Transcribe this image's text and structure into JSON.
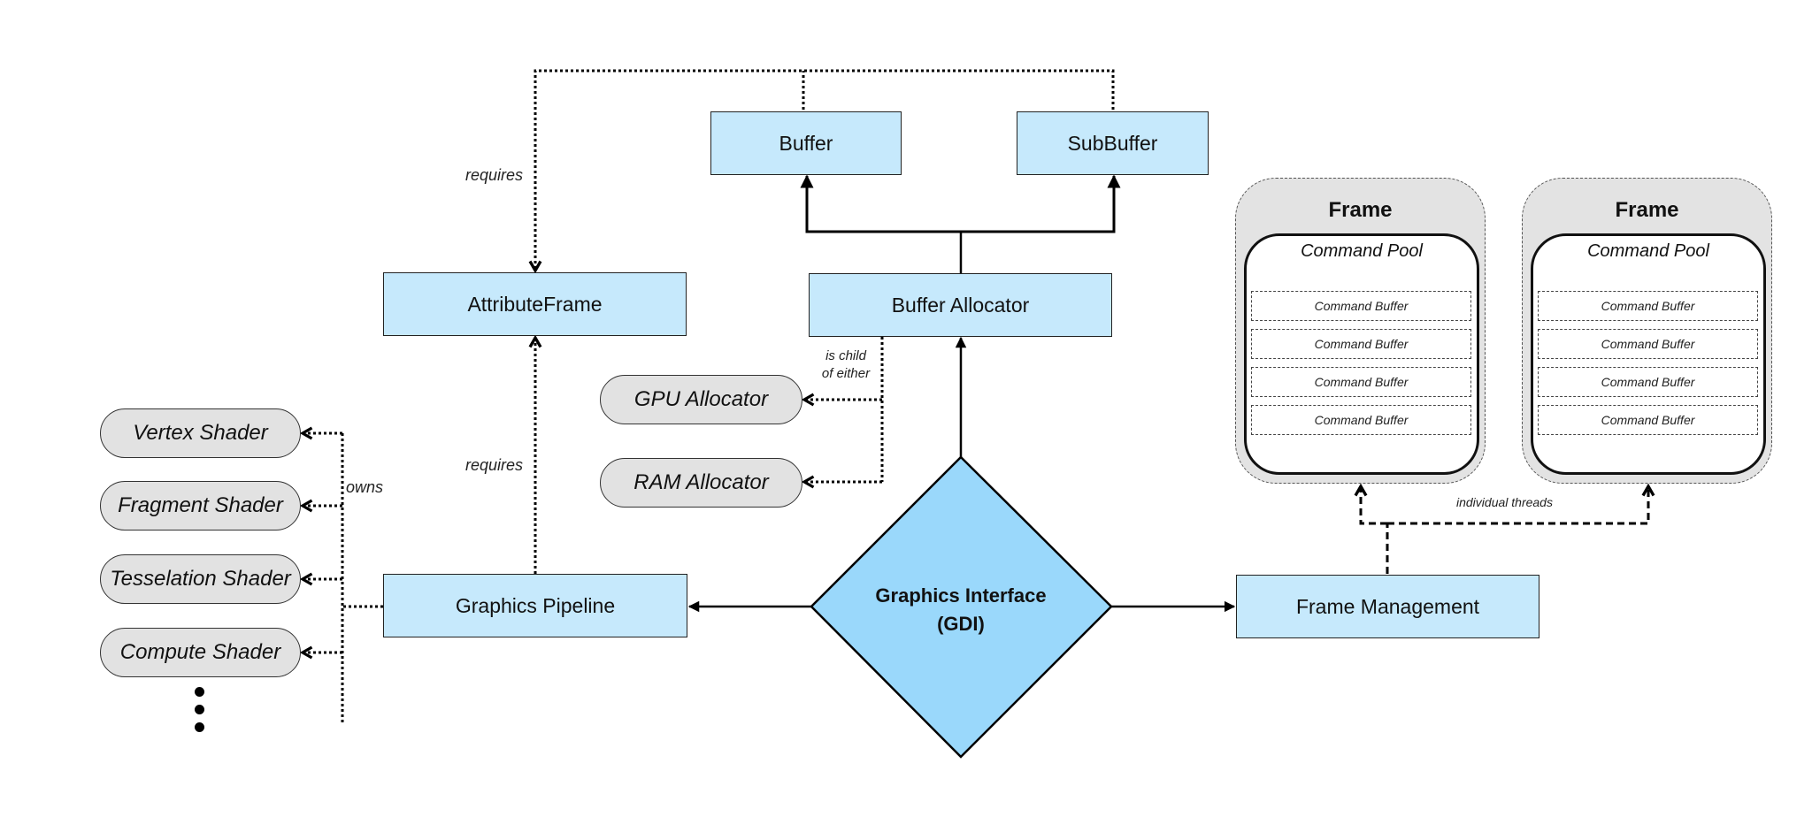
{
  "diagram": {
    "center": {
      "title_line1": "Graphics Interface",
      "title_line2": "(GDI)"
    },
    "boxes": {
      "buffer": "Buffer",
      "subbuffer": "SubBuffer",
      "attribute_frame": "AttributeFrame",
      "buffer_allocator": "Buffer Allocator",
      "graphics_pipeline": "Graphics Pipeline",
      "frame_management": "Frame Management"
    },
    "allocators": [
      "GPU Allocator",
      "RAM Allocator"
    ],
    "shaders": [
      "Vertex Shader",
      "Fragment Shader",
      "Tesselation Shader",
      "Compute Shader"
    ],
    "shaders_more": "more shaders (ellipsis)",
    "labels": {
      "requires_top": "requires",
      "requires_bottom": "requires",
      "is_child_line1": "is child",
      "is_child_line2": "of either",
      "owns": "owns",
      "individual_threads": "individual threads"
    },
    "frames": [
      {
        "title": "Frame",
        "pool_title": "Command Pool",
        "command_buffers": [
          "Command Buffer",
          "Command Buffer",
          "Command Buffer",
          "Command Buffer"
        ]
      },
      {
        "title": "Frame",
        "pool_title": "Command Pool",
        "command_buffers": [
          "Command Buffer",
          "Command Buffer",
          "Command Buffer",
          "Command Buffer"
        ]
      }
    ],
    "colors": {
      "box_fill": "#c6e9fc",
      "diamond_fill": "#9ad8fb",
      "pill_fill": "#e2e2e2",
      "frame_fill": "#e3e3e3",
      "line": "#000000"
    }
  }
}
